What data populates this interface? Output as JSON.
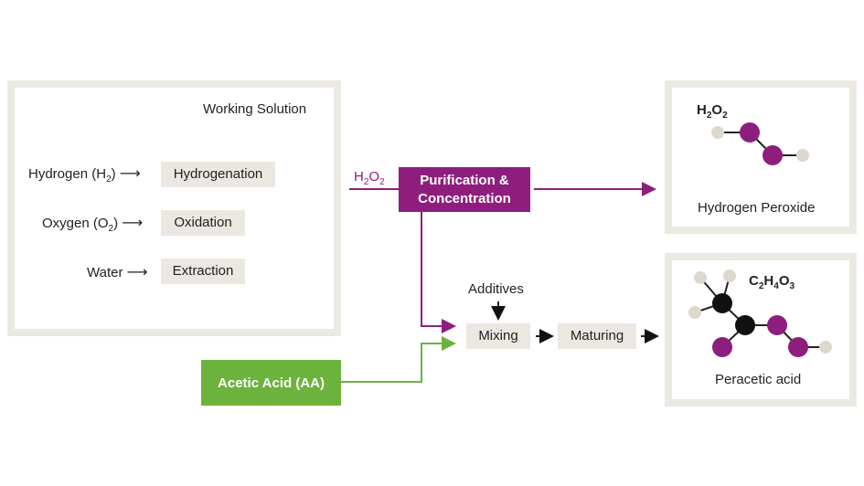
{
  "working_solution": {
    "title": "Working Solution",
    "inputs": [
      {
        "name": "Hydrogen",
        "formula": "H",
        "sub": "2"
      },
      {
        "name": "Oxygen",
        "formula": "O",
        "sub": "2"
      },
      {
        "name": "Water"
      }
    ],
    "steps": [
      "Hydrogenation",
      "Oxidation",
      "Extraction"
    ]
  },
  "h2o2_flow_label": {
    "formula1": "H",
    "sub1": "2",
    "formula2": "O",
    "sub2": "2"
  },
  "purification": {
    "line1": "Purification &",
    "line2": "Concentration"
  },
  "hydrogen_peroxide": {
    "formula": {
      "a": "H",
      "as": "2",
      "b": "O",
      "bs": "2"
    },
    "label": "Hydrogen Peroxide"
  },
  "additives": "Additives",
  "mixing": "Mixing",
  "maturing": "Maturing",
  "acetic_acid": "Acetic Acid (AA)",
  "peracetic_acid": {
    "formula": {
      "a": "C",
      "as": "2",
      "b": "H",
      "bs": "4",
      "c": "O",
      "cs": "3"
    },
    "label": "Peracetic acid"
  },
  "colors": {
    "purple": "#8e1e7e",
    "green": "#6cb33e",
    "frame": "#ece9e3",
    "process_box": "#ebe8e2",
    "atom_black": "#111111",
    "atom_light": "#ddd8ce"
  }
}
